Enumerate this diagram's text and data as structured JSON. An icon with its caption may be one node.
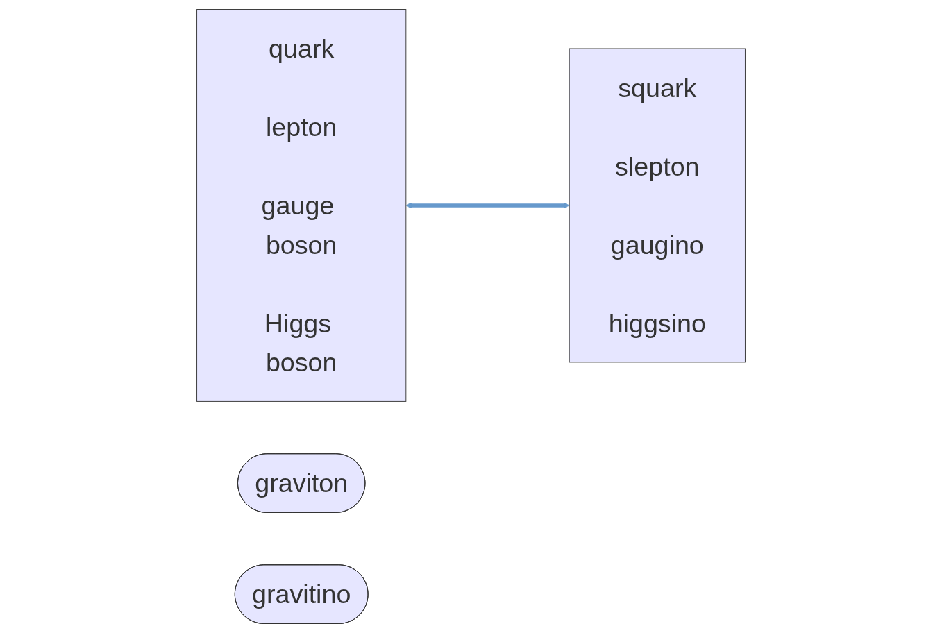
{
  "diagram": {
    "nodes": [
      {
        "text": [
          "quark",
          "lepton",
          "gauge boson",
          "Higgs boson"
        ]
      },
      {
        "text": [
          "squark",
          "slepton",
          "gaugino",
          "higgsino"
        ]
      },
      {
        "text": [
          "graviton"
        ]
      },
      {
        "text": [
          "gravitino"
        ]
      }
    ],
    "edges": [
      {
        "from": 0,
        "to": 1,
        "arrow": "both"
      }
    ]
  }
}
